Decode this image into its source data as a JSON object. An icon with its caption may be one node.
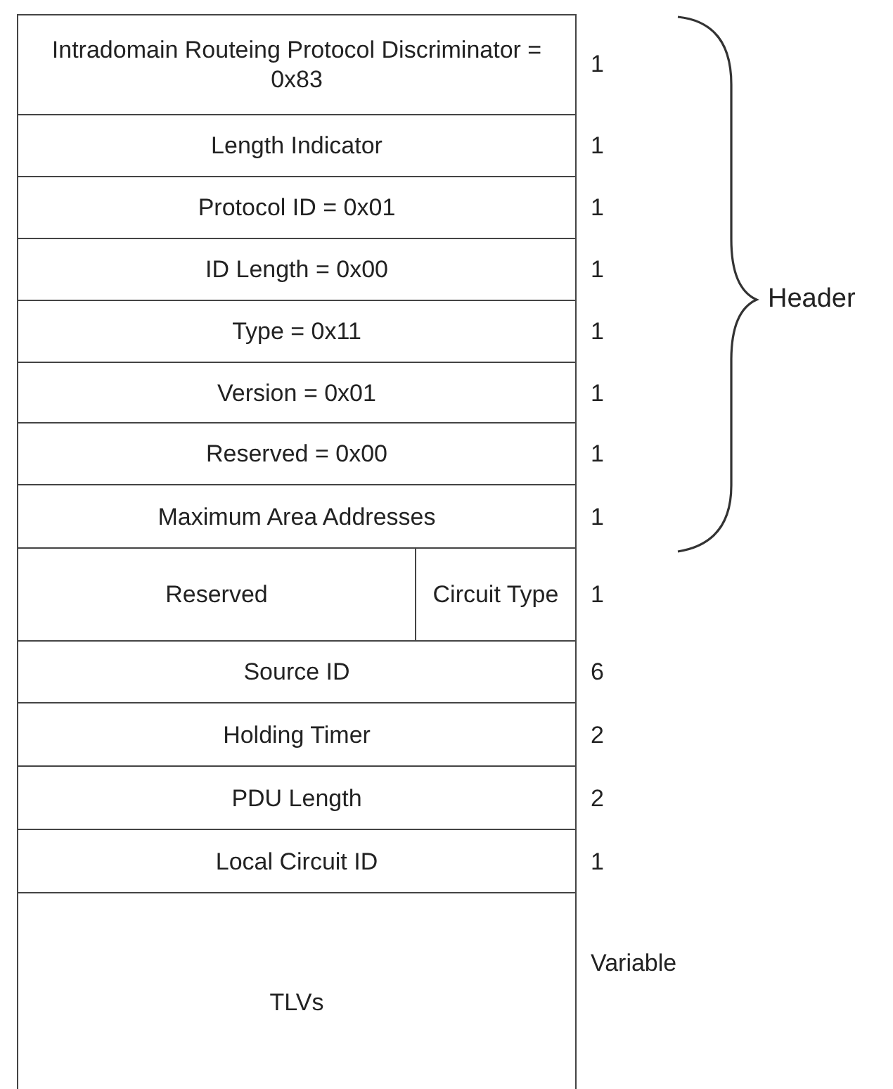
{
  "diagram": {
    "nodes": [
      {
        "text": [
          "Intradomain Routeing Protocol Discriminator = 0x83"
        ],
        "beside": [
          "1"
        ]
      },
      {
        "text": [
          "Length Indicator"
        ],
        "beside": [
          "1"
        ]
      },
      {
        "text": [
          "Protocol ID = 0x01"
        ],
        "beside": [
          "1"
        ]
      },
      {
        "text": [
          "ID Length = 0x00"
        ],
        "beside": [
          "1"
        ]
      },
      {
        "text": [
          "Type = 0x11"
        ],
        "beside": [
          "1"
        ]
      },
      {
        "text": [
          "Version = 0x01"
        ],
        "beside": [
          "1"
        ]
      },
      {
        "text": [
          "Reserved = 0x00"
        ],
        "beside": [
          "1"
        ]
      },
      {
        "text": [
          "Maximum Area Addresses"
        ],
        "beside": [
          "1"
        ]
      },
      {
        "text": [
          "Reserved"
        ]
      },
      {
        "text": [
          "Circuit Type"
        ],
        "beside": [
          "1"
        ]
      },
      {
        "text": [
          "Source ID"
        ],
        "beside": [
          "6"
        ]
      },
      {
        "text": [
          "Holding Timer"
        ],
        "beside": [
          "2"
        ]
      },
      {
        "text": [
          "PDU Length"
        ],
        "beside": [
          "2"
        ]
      },
      {
        "text": [
          "Local Circuit ID"
        ],
        "beside": [
          "1"
        ]
      },
      {
        "text": [
          "TLVs"
        ],
        "beside": [
          "Variable"
        ]
      }
    ],
    "edges": [],
    "labels": [
      "Header"
    ]
  }
}
